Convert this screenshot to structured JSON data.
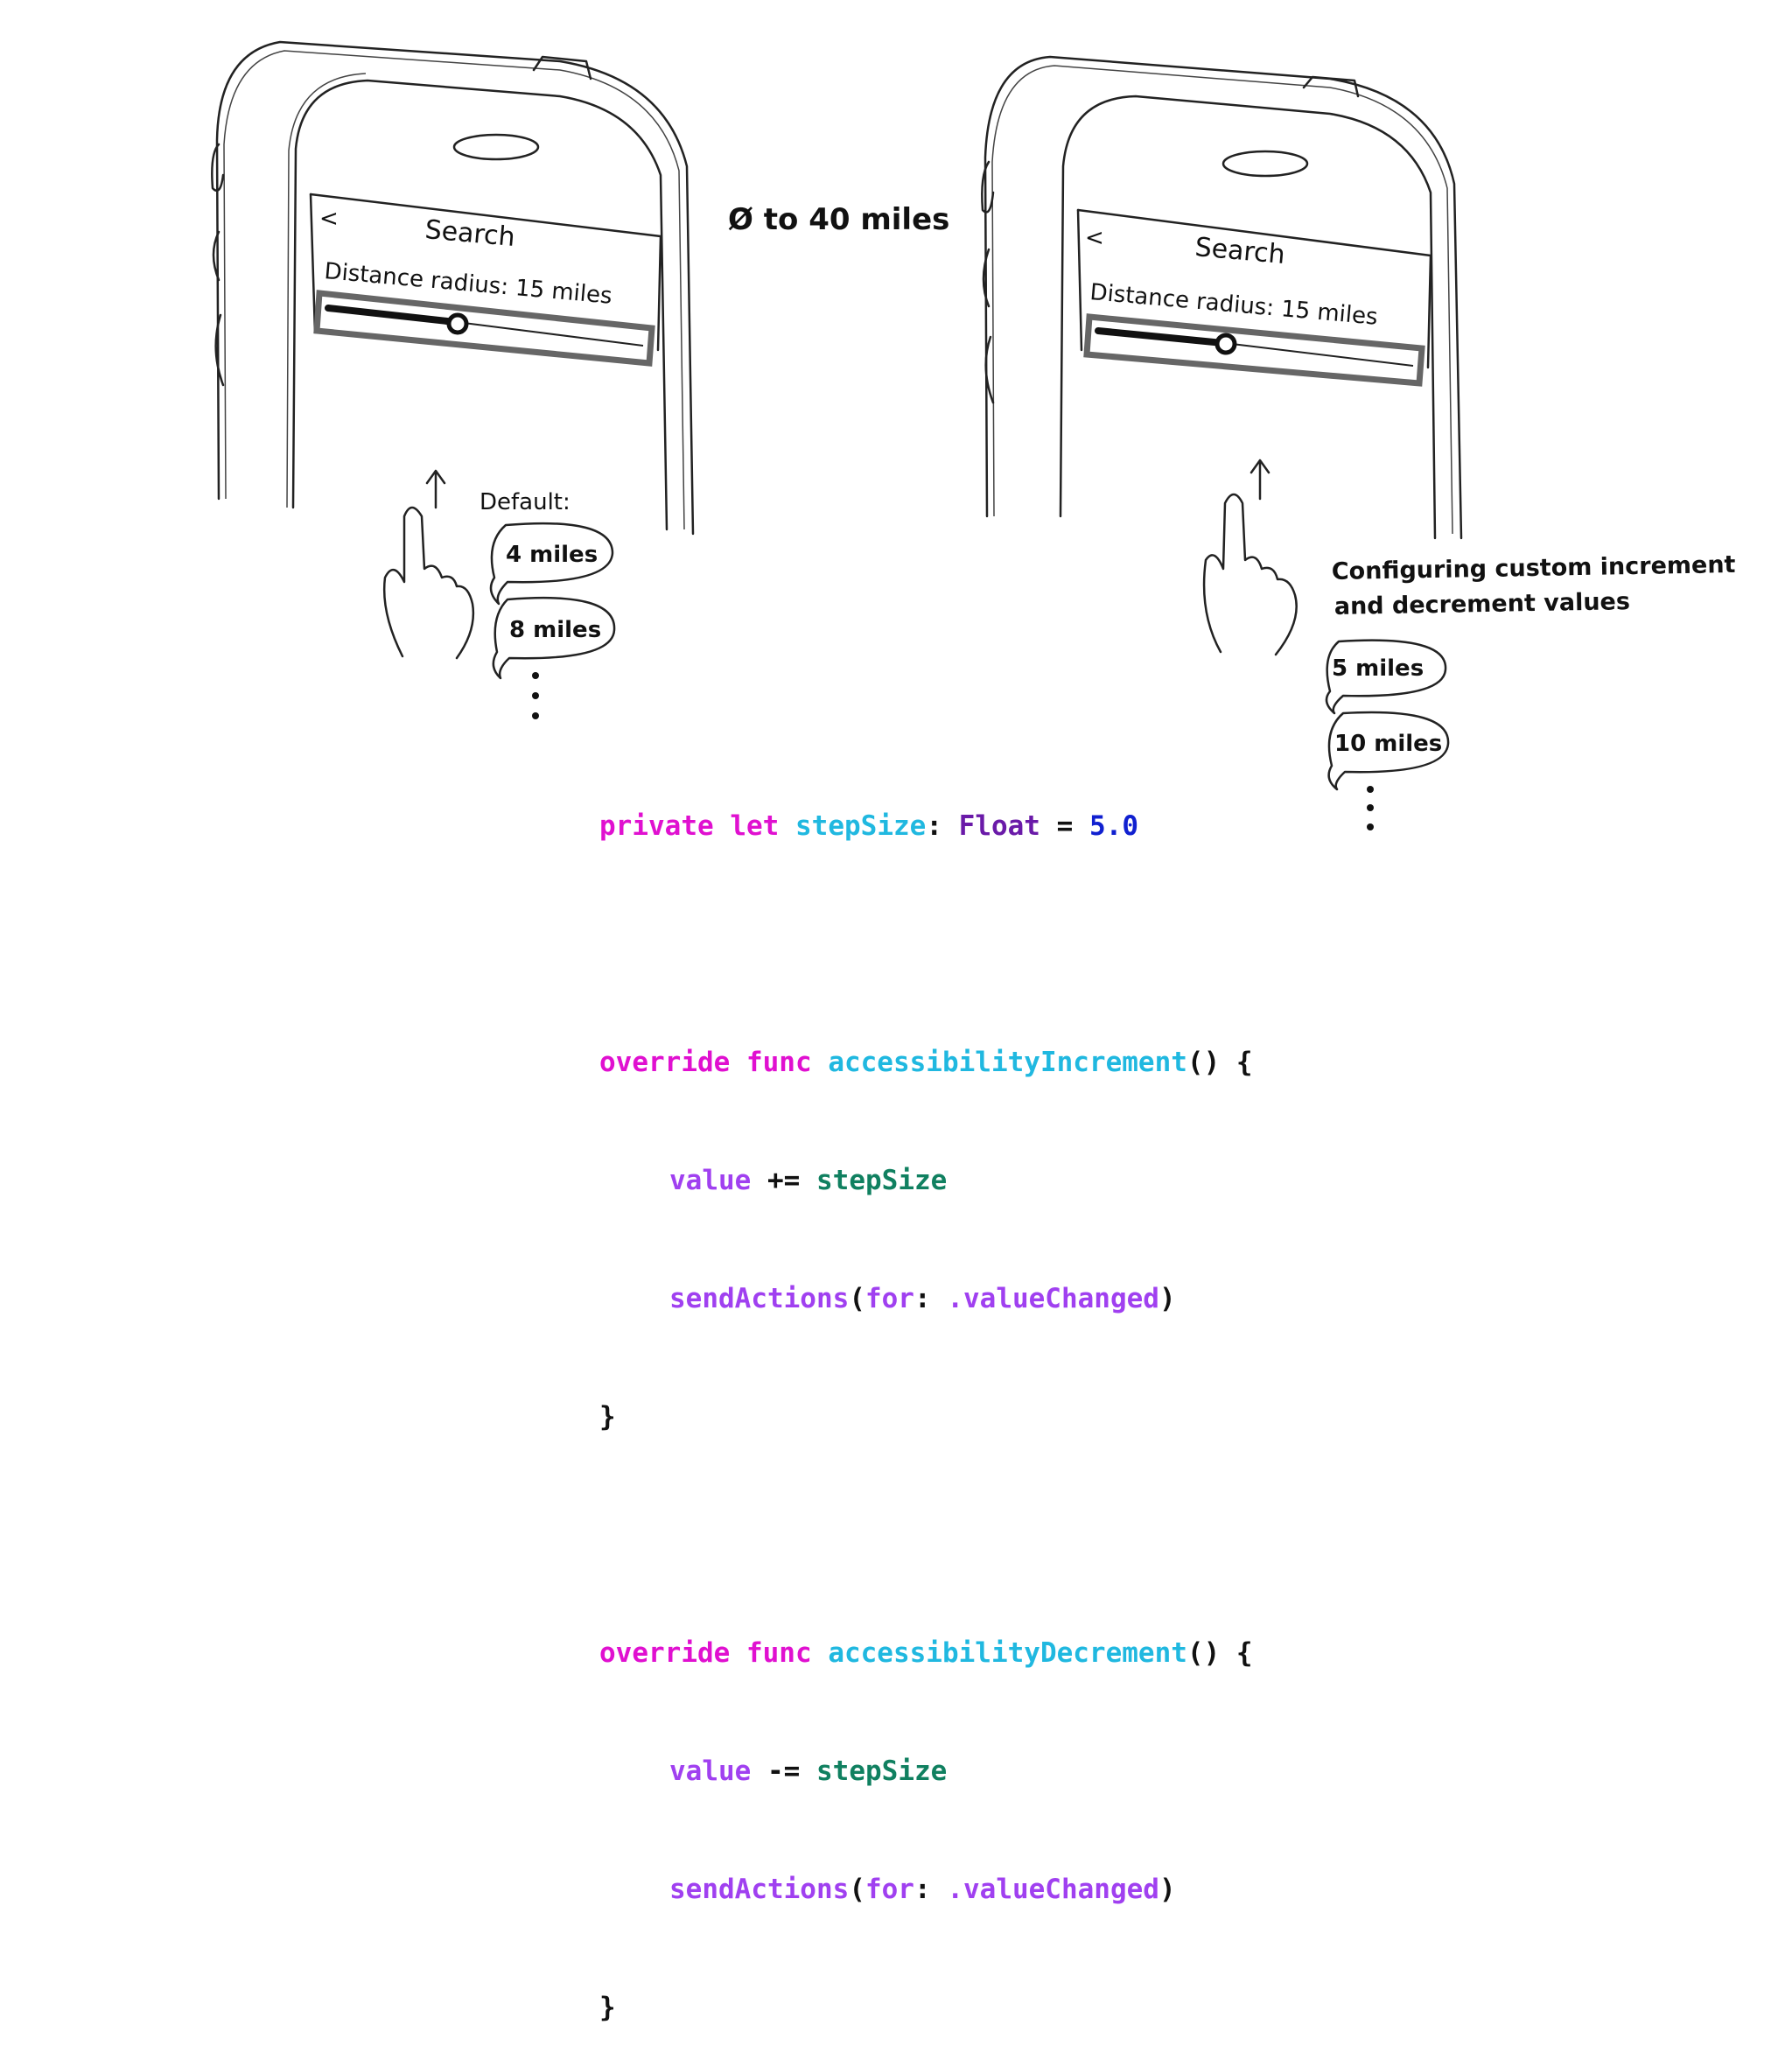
{
  "range_note": "Ø to 40 miles",
  "phone_left": {
    "back": "<",
    "title": "Search",
    "label": "Distance radius: 15 miles",
    "slider_value": 15,
    "slider_min": 0,
    "slider_max": 40,
    "default_label": "Default:",
    "bubbles": [
      "4 miles",
      "8 miles"
    ]
  },
  "phone_right": {
    "back": "<",
    "title": "Search",
    "label": "Distance radius: 15 miles",
    "slider_value": 15,
    "caption_line1": "Configuring custom increment",
    "caption_line2": "and decrement values",
    "bubbles": [
      "5 miles",
      "10 miles"
    ]
  },
  "code": {
    "l1": {
      "kw1": "private",
      "kw2": "let",
      "name": "stepSize",
      "colon": ":",
      "type": "Float",
      "eq": "=",
      "num": "5.0"
    },
    "inc": {
      "kw1": "override",
      "kw2": "func",
      "name": "accessibilityIncrement",
      "tail": "() {",
      "v": "value",
      "op": "+=",
      "step": "stepSize",
      "send": "sendActions",
      "p1": "(",
      "for": "for",
      "colon": ":",
      "dot": ".valueChanged",
      "p2": ")",
      "close": "}"
    },
    "dec": {
      "kw1": "override",
      "kw2": "func",
      "name": "accessibilityDecrement",
      "tail": "() {",
      "v": "value",
      "op": "-=",
      "step": "stepSize",
      "send": "sendActions",
      "p1": "(",
      "for": "for",
      "colon": ":",
      "dot": ".valueChanged",
      "p2": ")",
      "close": "}"
    }
  },
  "colors": {
    "keyword": "#e010d0",
    "identifier": "#20b8e0",
    "type": "#6a1aa8",
    "number": "#1020d0",
    "var": "#a040f0",
    "member": "#108060"
  }
}
